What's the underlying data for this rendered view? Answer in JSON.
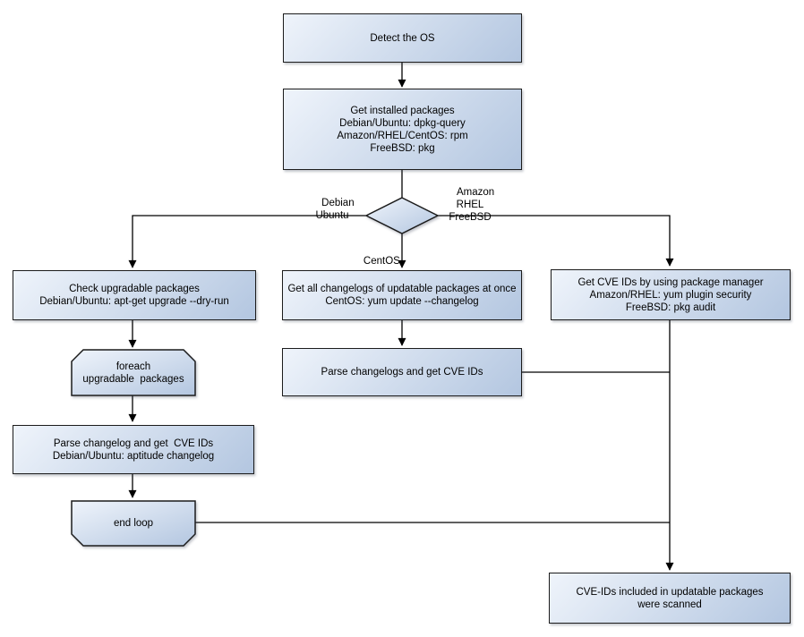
{
  "nodes": {
    "detect_os": {
      "label": "Detect the OS"
    },
    "get_installed": {
      "label": "Get installed packages\nDebian/Ubuntu: dpkg-query\nAmazon/RHEL/CentOS: rpm\nFreeBSD: pkg"
    },
    "check_upgradable": {
      "label": "Check upgradable packages\nDebian/Ubuntu: apt-get upgrade --dry-run"
    },
    "get_changelogs": {
      "label": "Get all changelogs of updatable packages at once\nCentOS: yum update --changelog"
    },
    "get_cve_ids": {
      "label": "Get CVE IDs by using package manager\nAmazon/RHEL: yum plugin security\nFreeBSD: pkg audit"
    },
    "foreach_loop": {
      "label": "foreach\nupgradable  packages"
    },
    "parse_changelogs": {
      "label": "Parse changelogs and get CVE IDs"
    },
    "parse_changelog": {
      "label": "Parse changelog and get  CVE IDs\nDebian/Ubuntu: aptitude changelog"
    },
    "end_loop": {
      "label": "end loop"
    },
    "scanned": {
      "label": "CVE-IDs included in updatable packages\nwere scanned"
    }
  },
  "branch_labels": {
    "debian_ubuntu": {
      "label": "Debian\nUbuntu"
    },
    "amazon_rhel_freebsd": {
      "label": "Amazon\nRHEL\nFreeBSD"
    },
    "centos": {
      "label": "CentOS"
    }
  },
  "colors": {
    "box_gradient_start": "#eff4fb",
    "box_gradient_end": "#b3c6e0",
    "box_border": "#1c1c1c",
    "connector": "#000000",
    "text": "#000000",
    "background": "#ffffff"
  }
}
